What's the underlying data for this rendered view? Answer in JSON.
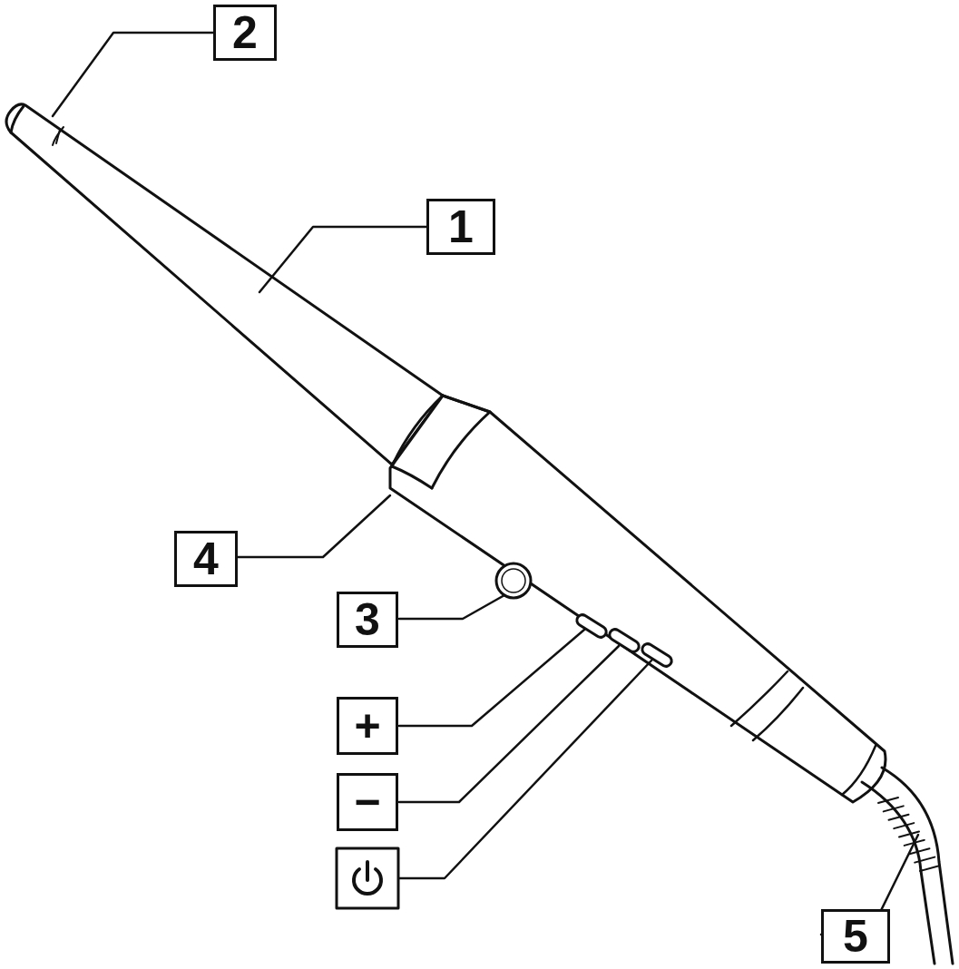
{
  "diagram": {
    "labels": [
      "2",
      "1",
      "4",
      "3",
      "+",
      "−",
      "5"
    ]
  }
}
